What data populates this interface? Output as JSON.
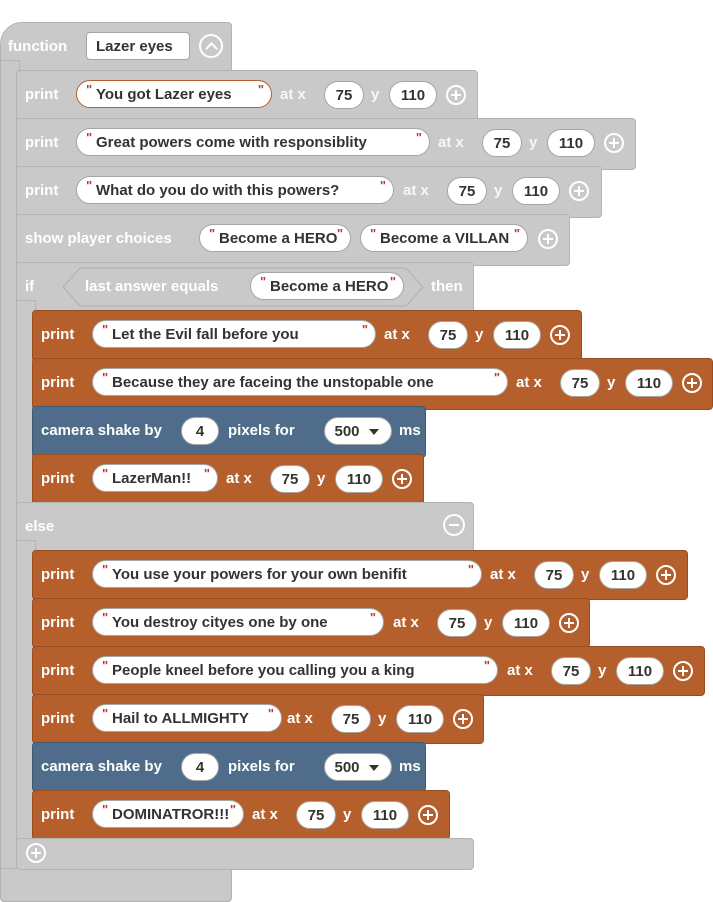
{
  "func": {
    "keyword": "function",
    "name": "Lazer eyes"
  },
  "top": [
    {
      "kw": "print",
      "text": "You got Lazer eyes",
      "at_x": "at x",
      "x": "75",
      "y_lbl": "y",
      "y": "110"
    },
    {
      "kw": "print",
      "text": "Great powers come with responsiblity",
      "at_x": "at x",
      "x": "75",
      "y_lbl": "y",
      "y": "110"
    },
    {
      "kw": "print",
      "text": "What do you do with this powers?",
      "at_x": "at x",
      "x": "75",
      "y_lbl": "y",
      "y": "110"
    }
  ],
  "choices": {
    "kw": "show player choices",
    "options": [
      "Become a HERO",
      "Become a VILLAN"
    ]
  },
  "if_block": {
    "kw": "if",
    "cond": "last answer equals",
    "value": "Become a HERO",
    "then": "then",
    "else": "else"
  },
  "then_blocks": [
    {
      "kw": "print",
      "text": "Let the Evil fall before you",
      "at_x": "at x",
      "x": "75",
      "y_lbl": "y",
      "y": "110"
    },
    {
      "kw": "print",
      "text": "Because they are faceing the unstopable one",
      "at_x": "at x",
      "x": "75",
      "y_lbl": "y",
      "y": "110"
    },
    {
      "kw": "camera shake by",
      "amount": "4",
      "mid": "pixels for",
      "duration": "500",
      "unit": "ms"
    },
    {
      "kw": "print",
      "text": "LazerMan!!",
      "at_x": "at x",
      "x": "75",
      "y_lbl": "y",
      "y": "110"
    }
  ],
  "else_blocks": [
    {
      "kw": "print",
      "text": "You use your powers for your own benifit",
      "at_x": "at x",
      "x": "75",
      "y_lbl": "y",
      "y": "110"
    },
    {
      "kw": "print",
      "text": "You destroy cityes one by one",
      "at_x": "at x",
      "x": "75",
      "y_lbl": "y",
      "y": "110"
    },
    {
      "kw": "print",
      "text": "People kneel before you calling you a king",
      "at_x": "at x",
      "x": "75",
      "y_lbl": "y",
      "y": "110"
    },
    {
      "kw": "print",
      "text": "Hail to ALLMIGHTY",
      "at_x": "at x",
      "x": "75",
      "y_lbl": "y",
      "y": "110"
    },
    {
      "kw": "camera shake by",
      "amount": "4",
      "mid": "pixels for",
      "duration": "500",
      "unit": "ms"
    },
    {
      "kw": "print",
      "text": "DOMINATROR!!!",
      "at_x": "at x",
      "x": "75",
      "y_lbl": "y",
      "y": "110"
    }
  ],
  "colors": {
    "gray": "#c9c9c9",
    "orange": "#b45f2c",
    "blue": "#4f6d8a"
  }
}
